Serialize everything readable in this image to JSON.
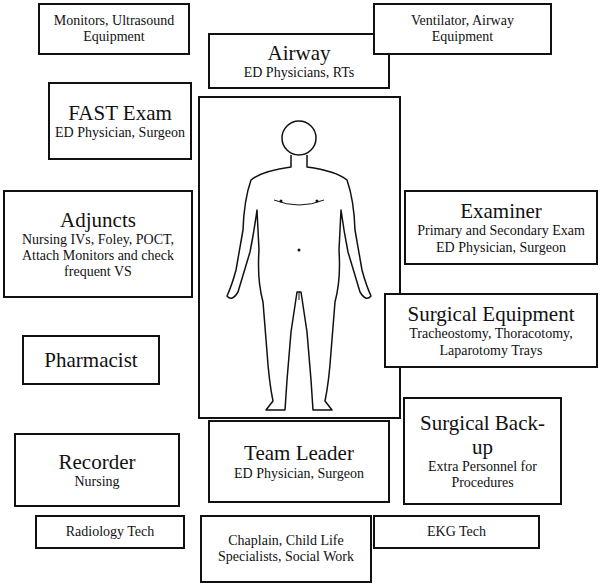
{
  "diagram": {
    "nodes": [
      {
        "text": [
          "Monitors, Ultrasound Equipment"
        ]
      },
      {
        "text": [
          "Airway",
          "ED Physicians, RTs"
        ]
      },
      {
        "text": [
          "Ventilator, Airway Equipment"
        ]
      },
      {
        "text": [
          "FAST Exam",
          "ED Physician, Surgeon"
        ]
      },
      {
        "text": [
          "Adjuncts",
          "Nursing IVs, Foley, POCT, Attach Monitors and check frequent VS"
        ]
      },
      {
        "text": [
          "Examiner",
          "Primary and Secondary Exam ED Physician, Surgeon"
        ]
      },
      {
        "text": [
          "Surgical Equipment",
          "Tracheostomy, Thoracotomy, Laparotomy Trays"
        ]
      },
      {
        "text": [
          "Pharmacist"
        ]
      },
      {
        "text": [
          "Surgical Back-up",
          "Extra Personnel for Procedures"
        ]
      },
      {
        "text": [
          "Recorder",
          "Nursing"
        ]
      },
      {
        "text": [
          "Team Leader",
          "ED Physician, Surgeon"
        ]
      },
      {
        "text": [
          "Radiology Tech"
        ]
      },
      {
        "text": [
          "Chaplain, Child Life Specialists, Social Work"
        ]
      },
      {
        "text": [
          "EKG Tech"
        ]
      }
    ]
  }
}
